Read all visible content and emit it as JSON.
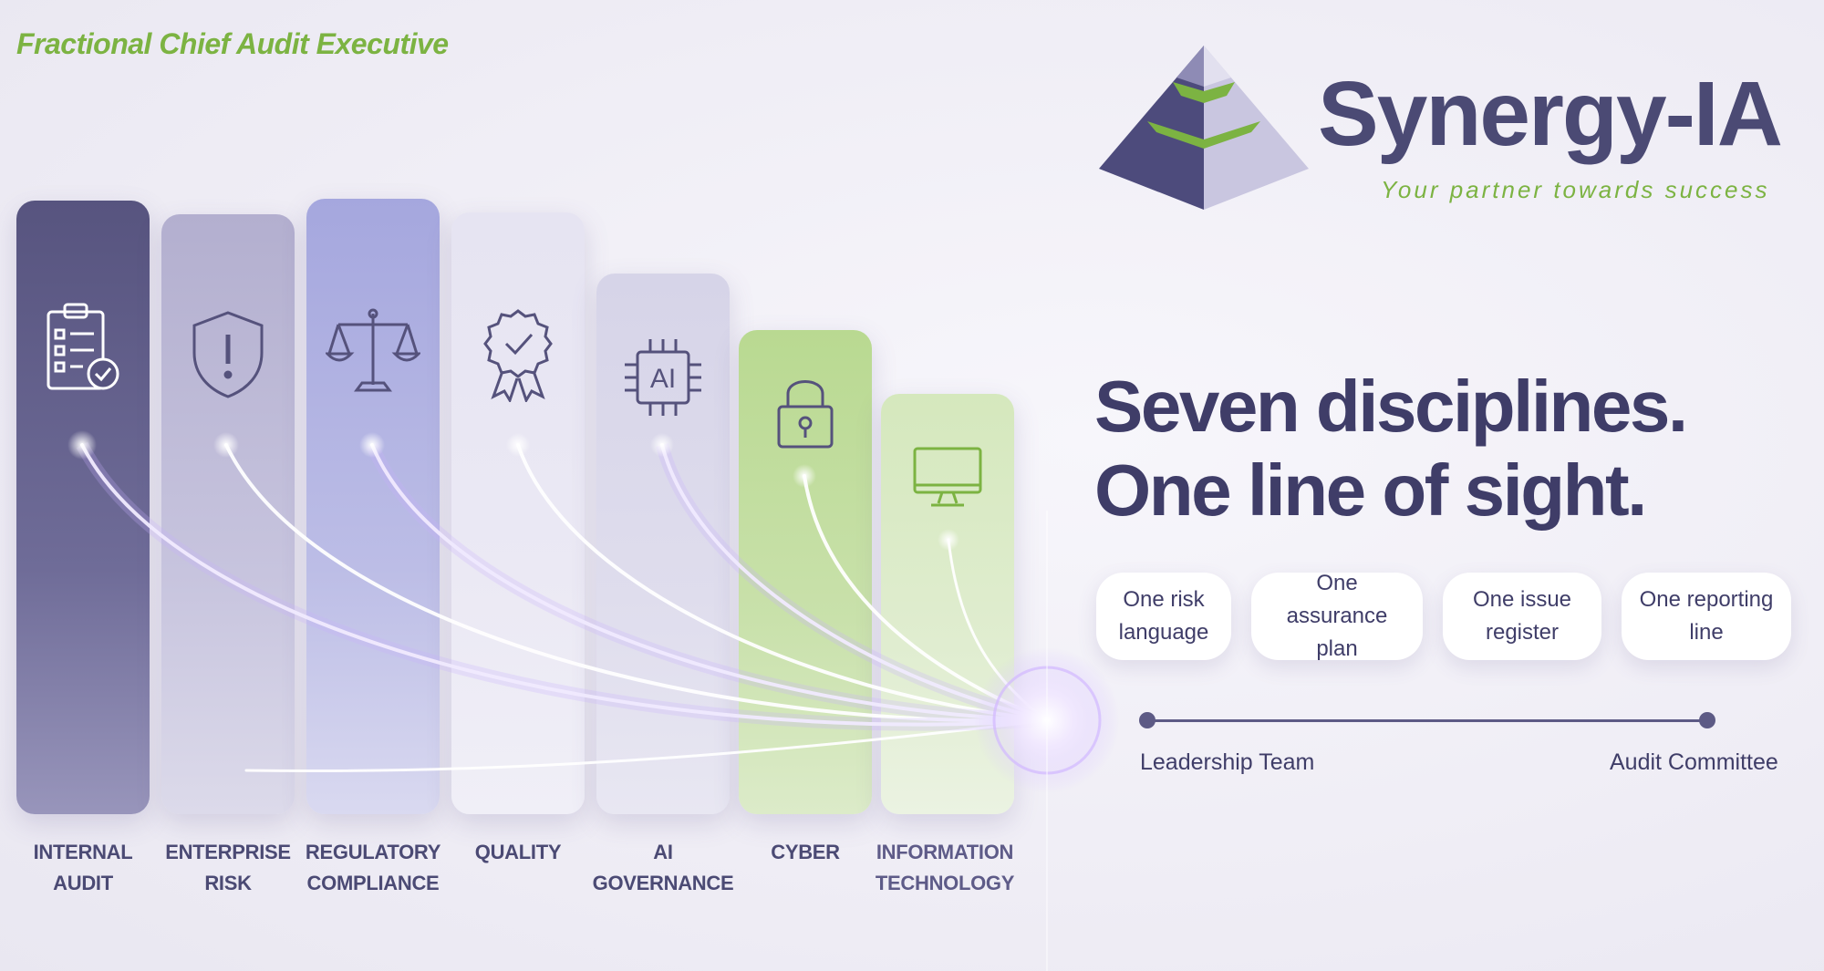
{
  "header": {
    "tagline": "Fractional Chief Audit Executive"
  },
  "logo": {
    "name": "Synergy-IA",
    "slogan": "Your partner towards success"
  },
  "pillars": [
    {
      "line1": "INTERNAL",
      "line2": "AUDIT",
      "icon": "clipboard-check-icon",
      "color": "#5d5a85"
    },
    {
      "line1": "ENTERPRISE",
      "line2": "RISK",
      "icon": "shield-alert-icon",
      "color": "#b9b5d3"
    },
    {
      "line1": "REGULATORY",
      "line2": "COMPLIANCE",
      "icon": "scales-icon",
      "color": "#aeb0e2"
    },
    {
      "line1": "QUALITY",
      "line2": "",
      "icon": "award-badge-icon",
      "color": "#e4e2f0"
    },
    {
      "line1": "AI",
      "line2": "GOVERNANCE",
      "icon": "ai-chip-icon",
      "color": "#dcdaea"
    },
    {
      "line1": "CYBER",
      "line2": "",
      "icon": "padlock-icon",
      "color": "#c5e0a8"
    },
    {
      "line1": "INFORMATION",
      "line2": "TECHNOLOGY",
      "icon": "monitor-icon",
      "color": "#e2efd3"
    }
  ],
  "ai_chip_text": "AI",
  "headline": {
    "line1": "Seven disciplines.",
    "line2": "One line of sight."
  },
  "chips": [
    {
      "line1": "One risk",
      "line2": "language"
    },
    {
      "line1": "One assurance",
      "line2": "plan"
    },
    {
      "line1": "One issue",
      "line2": "register"
    },
    {
      "line1": "One reporting",
      "line2": "line"
    }
  ],
  "timeline": {
    "start": "Leadership Team",
    "end": "Audit Committee"
  },
  "colors": {
    "brand_purple": "#4b4a74",
    "accent_green": "#7cb342"
  }
}
